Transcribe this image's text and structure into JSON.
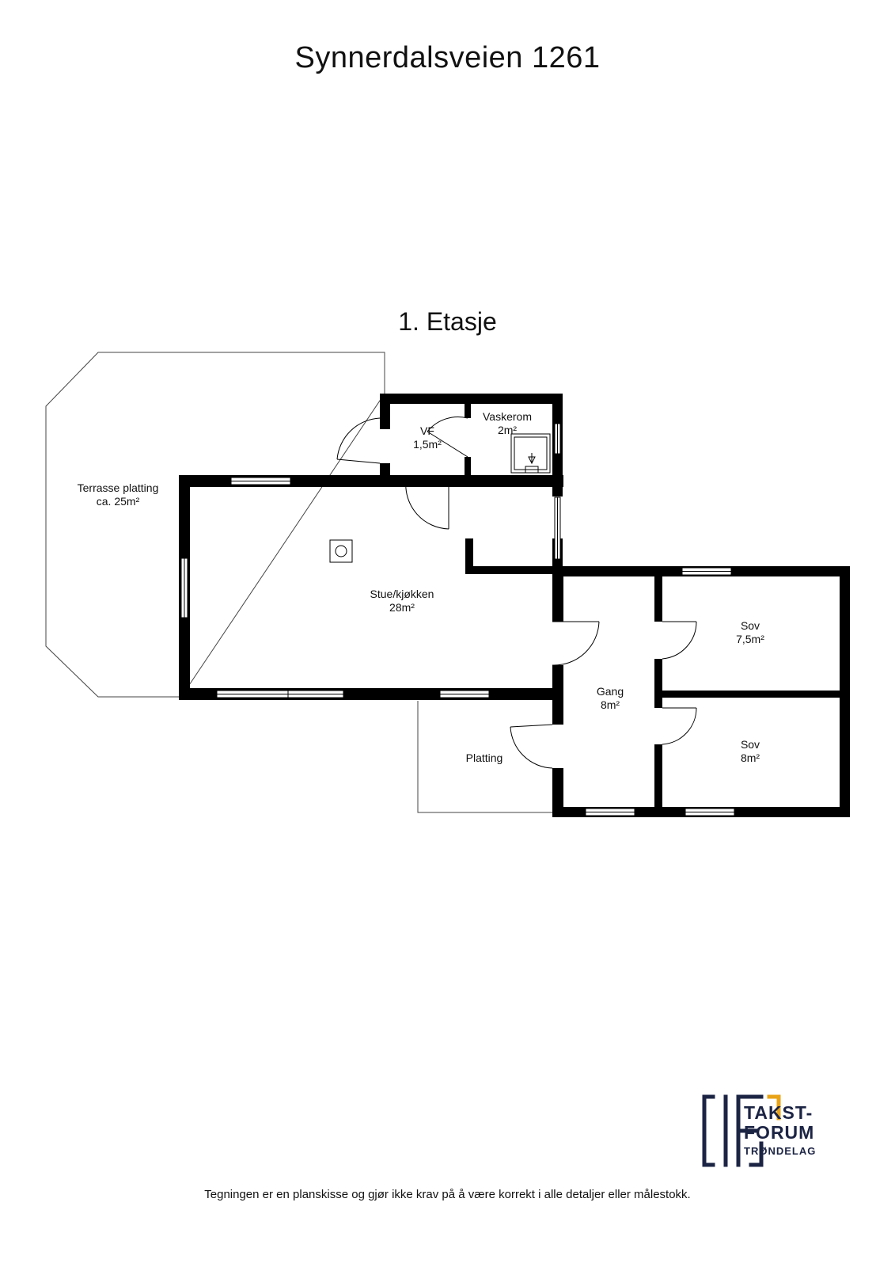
{
  "title": "Synnerdalsveien 1261",
  "floor_label": "1. Etasje",
  "rooms": {
    "terrasse": {
      "name": "Terrasse platting",
      "area": "ca. 25m²"
    },
    "vf": {
      "name": "VF",
      "area": "1,5m²"
    },
    "vaskerom": {
      "name": "Vaskerom",
      "area": "2m²"
    },
    "stue": {
      "name": "Stue/kjøkken",
      "area": "28m²"
    },
    "sov1": {
      "name": "Sov",
      "area": "7,5m²"
    },
    "gang": {
      "name": "Gang",
      "area": "8m²"
    },
    "sov2": {
      "name": "Sov",
      "area": "8m²"
    },
    "platting": {
      "name": "Platting"
    }
  },
  "logo": {
    "line1": "TAKST-",
    "line2": "FORUM",
    "line3": "TRØNDELAG"
  },
  "disclaimer": "Tegningen er en planskisse og gjør ikke krav på å være korrekt i alle detaljer eller målestokk.",
  "colors": {
    "wall": "#000000",
    "logo_navy": "#1c2444",
    "logo_gold": "#e8a317"
  }
}
